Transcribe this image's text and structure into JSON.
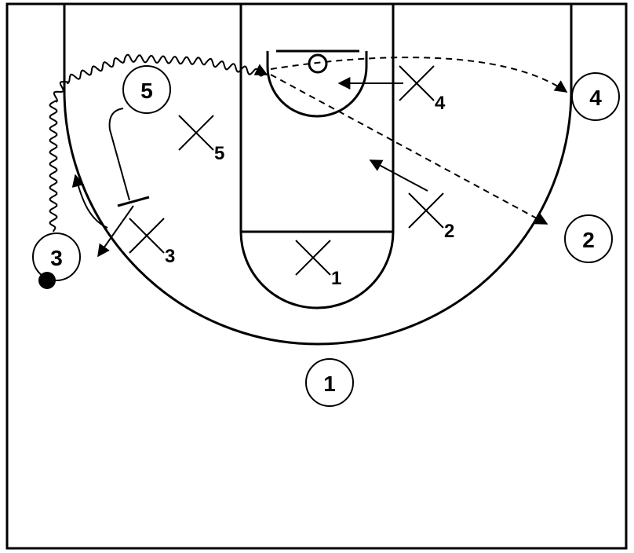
{
  "offense": [
    {
      "label": "1",
      "name": "offense-player-1"
    },
    {
      "label": "2",
      "name": "offense-player-2"
    },
    {
      "label": "3",
      "name": "offense-player-3"
    },
    {
      "label": "4",
      "name": "offense-player-4"
    },
    {
      "label": "5",
      "name": "offense-player-5"
    }
  ],
  "defense": [
    {
      "label": "1",
      "name": "defender-1"
    },
    {
      "label": "2",
      "name": "defender-2"
    },
    {
      "label": "3",
      "name": "defender-3"
    },
    {
      "label": "4",
      "name": "defender-4"
    },
    {
      "label": "5",
      "name": "defender-5"
    }
  ],
  "colors": {
    "ink": "#000000",
    "background": "#ffffff"
  }
}
